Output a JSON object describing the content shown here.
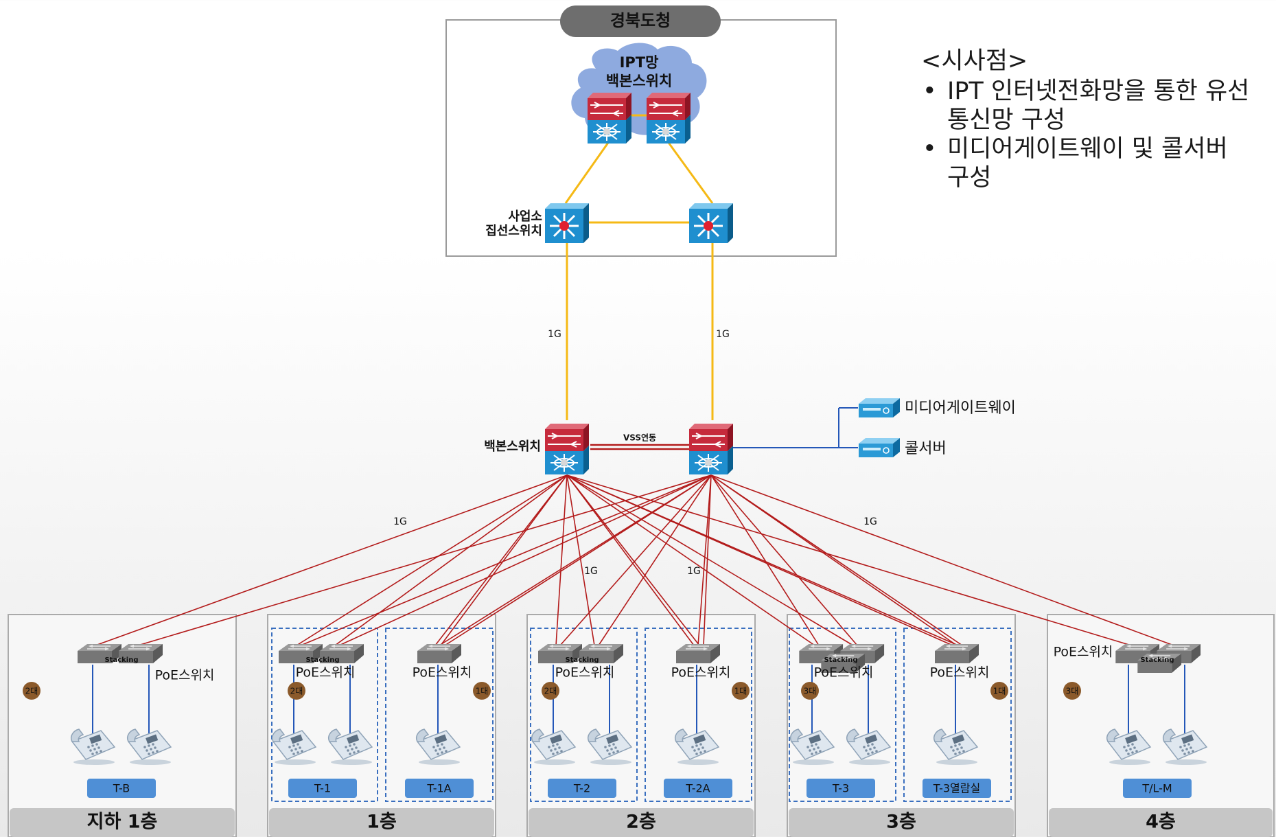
{
  "notes": {
    "title": "<시사점>",
    "items": [
      "IPT 인터넷전화망을 통한 유선\n통신망 구성",
      "미디어게이트웨이 및 콜서버\n구성"
    ]
  },
  "hq": {
    "title": "경북도청",
    "cloud_label_1": "IPT망",
    "cloud_label_2": "백본스위치",
    "agg_label_1": "사업소",
    "agg_label_2": "집선스위치"
  },
  "links": {
    "uplink_left": "1G",
    "uplink_right": "1G",
    "vss": "VSS연동",
    "floor_left": "1G",
    "floor_right": "1G",
    "mid_left": "1G",
    "mid_right": "1G"
  },
  "core": {
    "label": "백본스위치",
    "media_gateway": "미디어게이트웨이",
    "call_server": "콜서버"
  },
  "stacking_text": "Stacking",
  "floors": [
    {
      "name": "지하 1층",
      "groups": [
        {
          "switch_label": "PoE스위치",
          "count": "2대",
          "room": "T-B"
        }
      ]
    },
    {
      "name": "1층",
      "groups": [
        {
          "switch_label": "PoE스위치",
          "count": "2대",
          "room": "T-1"
        },
        {
          "switch_label": "PoE스위치",
          "count": "1대",
          "room": "T-1A"
        }
      ]
    },
    {
      "name": "2층",
      "groups": [
        {
          "switch_label": "PoE스위치",
          "count": "2대",
          "room": "T-2"
        },
        {
          "switch_label": "PoE스위치",
          "count": "1대",
          "room": "T-2A"
        }
      ]
    },
    {
      "name": "3층",
      "groups": [
        {
          "switch_label": "PoE스위치",
          "count": "3대",
          "room": "T-3"
        },
        {
          "switch_label": "PoE스위치",
          "count": "1대",
          "room": "T-3열람실"
        }
      ]
    },
    {
      "name": "4층",
      "groups": [
        {
          "switch_label": "PoE스위치",
          "count": "3대",
          "room": "T/L-M"
        }
      ]
    }
  ],
  "colors": {
    "gold_link": "#f5b915",
    "red_link": "#b31b1b",
    "blue_link": "#2457b8",
    "badge": "#8b5a2b",
    "room_tag": "#4f8fd6",
    "floor_bar": "#c6c6c6",
    "title_pill": "#6e6e6e",
    "cloud": "#8eaadf",
    "dashed": "#3a6fbf"
  }
}
